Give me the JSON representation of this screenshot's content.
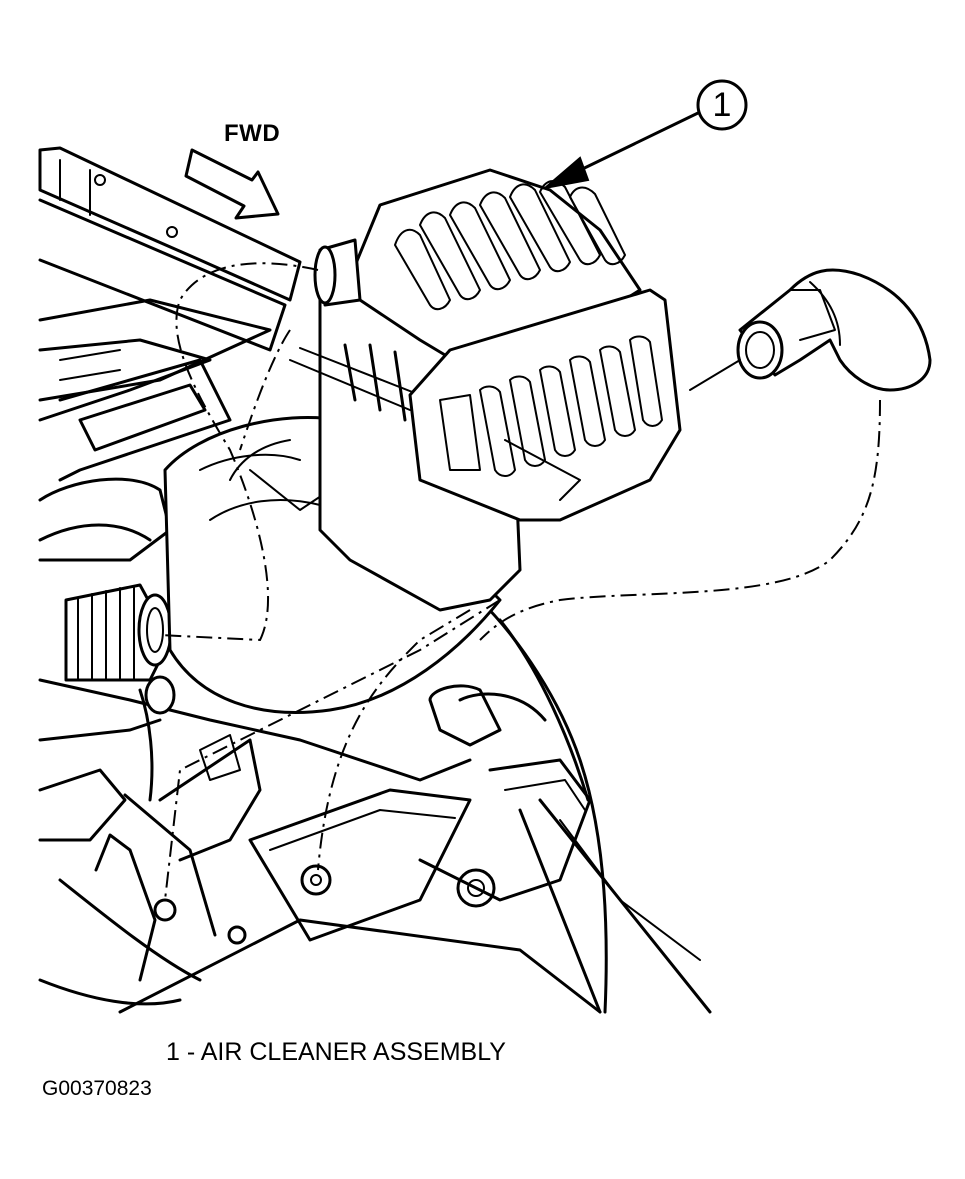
{
  "figure": {
    "direction_label": "FWD",
    "callout_number": "1",
    "legend": "1 - AIR CLEANER ASSEMBLY",
    "figure_id": "G00370823"
  },
  "colors": {
    "ink": "#000000",
    "paper": "#ffffff"
  },
  "icons": {
    "direction_arrow": "forward-arrow-icon"
  }
}
